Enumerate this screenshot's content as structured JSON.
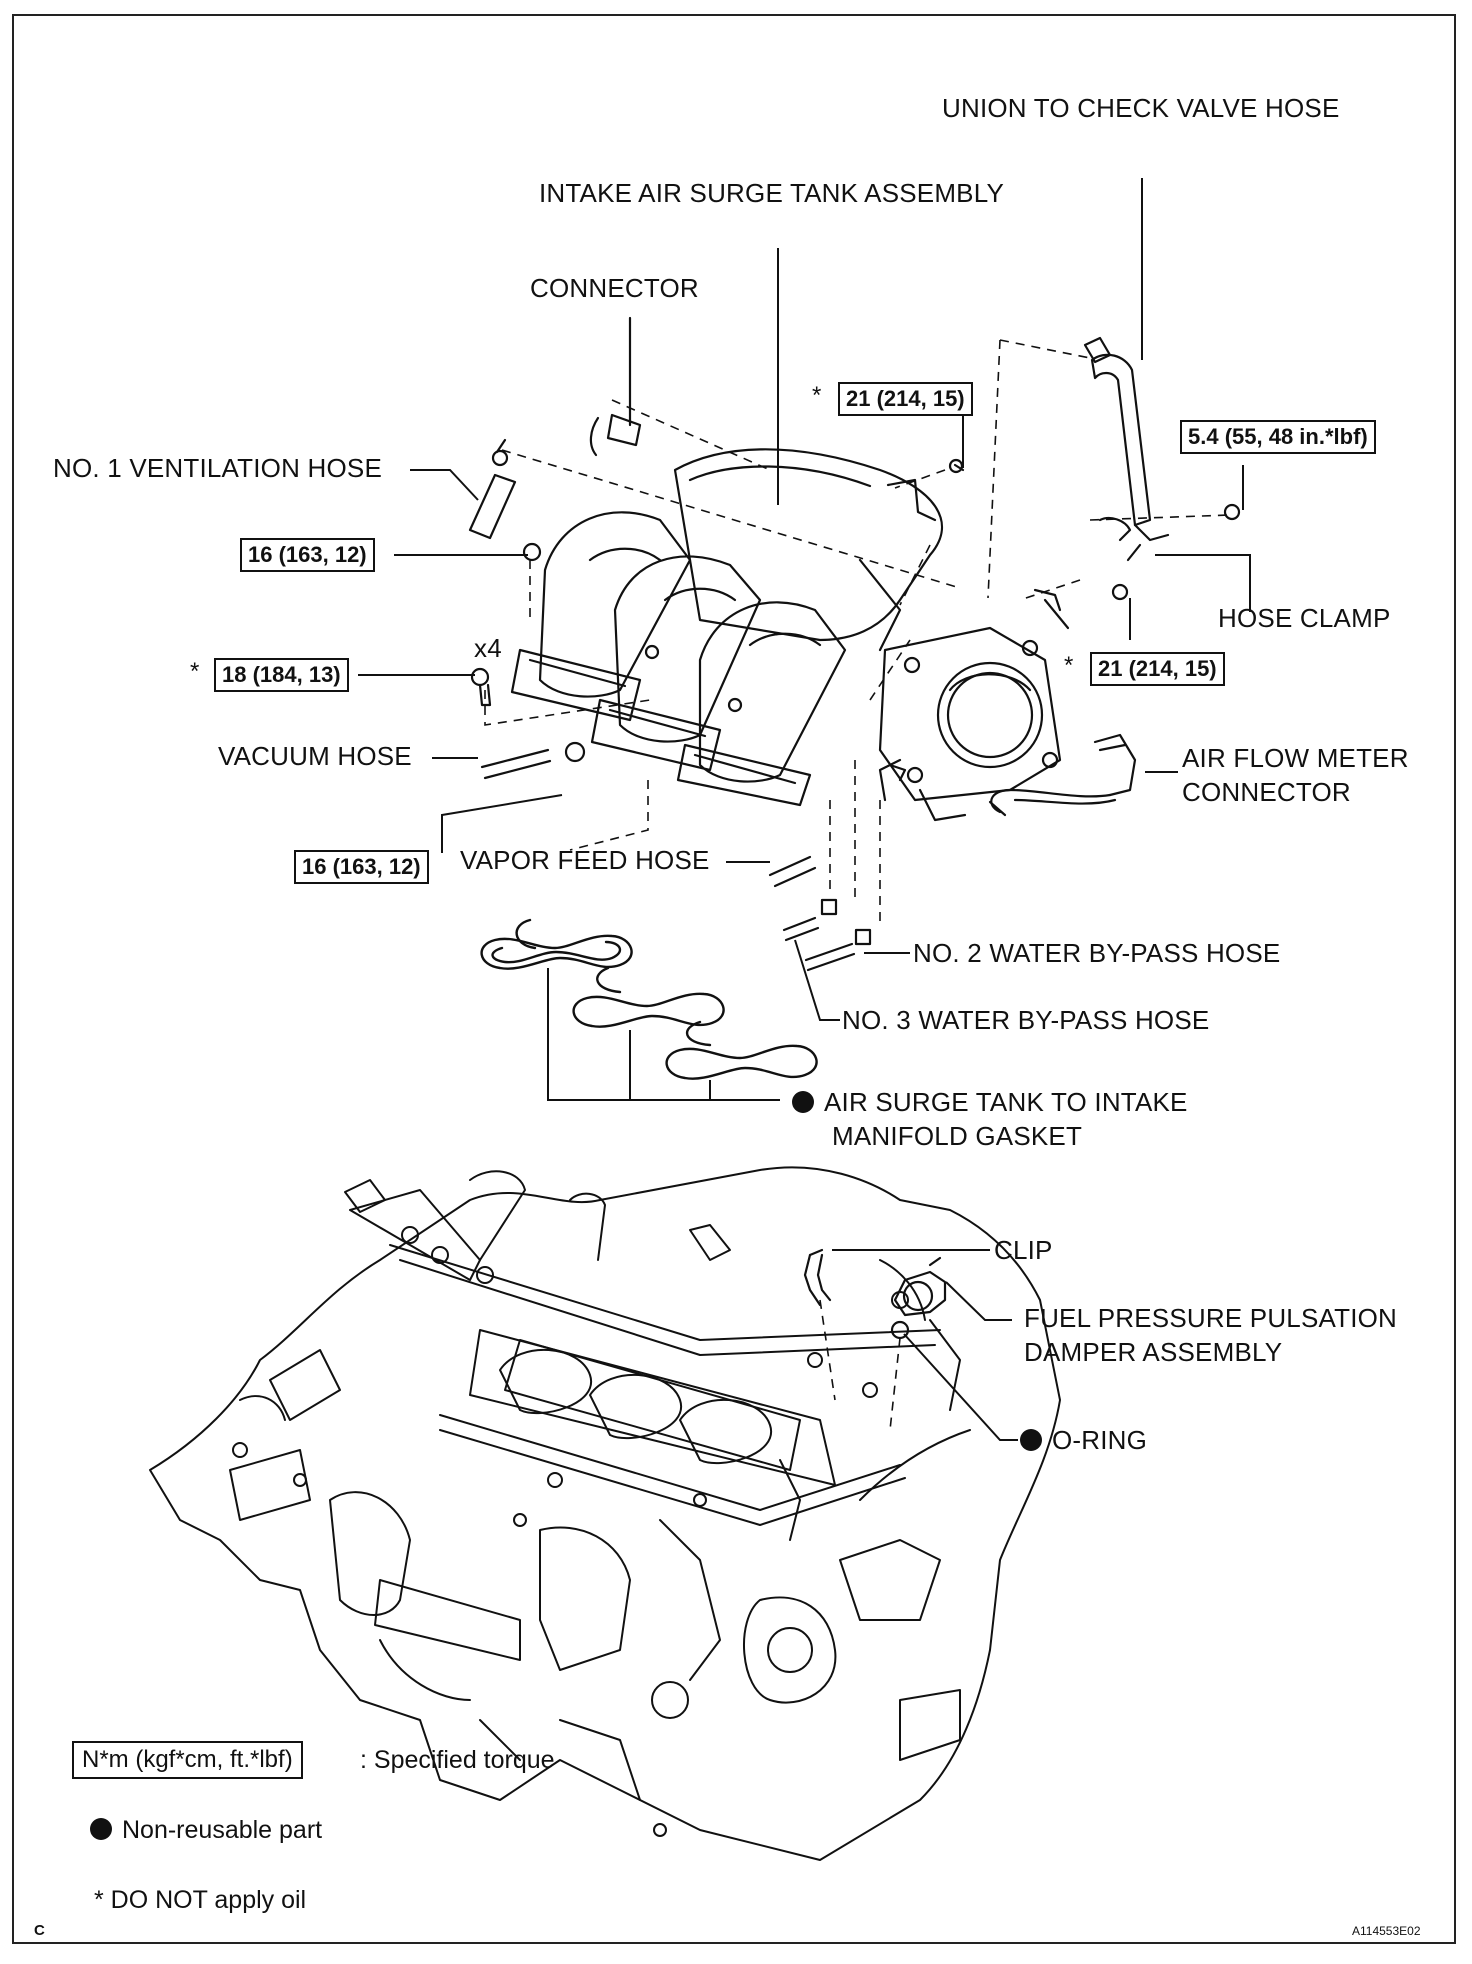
{
  "labels": {
    "union_hose": "UNION TO CHECK VALVE HOSE",
    "surge_tank": "INTAKE AIR SURGE TANK ASSEMBLY",
    "connector": "CONNECTOR",
    "ventilation_hose": "NO. 1 VENTILATION HOSE",
    "hose_clamp": "HOSE CLAMP",
    "x4": "x4",
    "vacuum_hose": "VACUUM HOSE",
    "air_flow_meter_1": "AIR FLOW METER",
    "air_flow_meter_2": "CONNECTOR",
    "vapor_feed_hose": "VAPOR FEED HOSE",
    "water_bypass_2": "NO. 2 WATER BY-PASS HOSE",
    "water_bypass_3": "NO. 3 WATER BY-PASS HOSE",
    "gasket_1": "AIR SURGE TANK TO INTAKE",
    "gasket_2": "MANIFOLD GASKET",
    "clip": "CLIP",
    "damper_1": "FUEL PRESSURE PULSATION",
    "damper_2": "DAMPER ASSEMBLY",
    "o_ring": "O-RING"
  },
  "torques": {
    "t_top": "21 (214, 15)",
    "t_right_top": "5.4 (55, 48 in.*lbf)",
    "t_left_1": "16 (163, 12)",
    "t_left_2": "18 (184, 13)",
    "t_right_mid": "21 (214, 15)",
    "t_left_3": "16 (163, 12)"
  },
  "star": "*",
  "legend": {
    "torque_box": "N*m (kgf*cm, ft.*lbf)",
    "torque_text": ": Specified torque",
    "non_reusable": "Non-reusable part",
    "no_oil": "* DO NOT apply oil"
  },
  "corner_left": "C",
  "corner_right": "A114553E02",
  "icons": {
    "bullet": "black-dot-icon"
  }
}
